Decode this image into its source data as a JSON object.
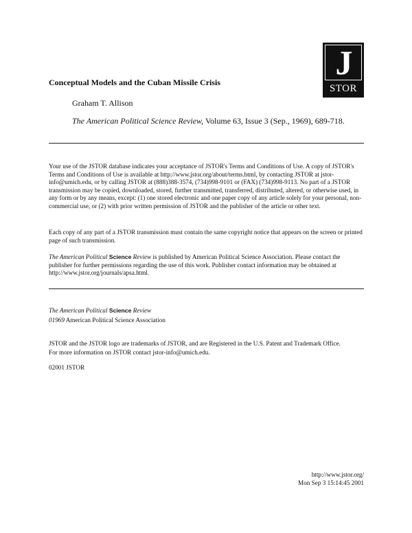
{
  "header": {
    "title": "Conceptual Models and the Cuban Missile Crisis",
    "author": "Graham T. Allison",
    "citation_journal": "The American Political Science Review,",
    "citation_rest": " Volume 63, Issue 3 (Sep., 1969), 689-718."
  },
  "logo": {
    "letter": "J",
    "text": "STOR"
  },
  "terms": {
    "p1": "Your use of the JSTOR database indicates your acceptance of JSTOR's Terms and Conditions of Use. A copy of JSTOR's Terms and Conditions of Use is available at http://www.jstor.org/about/terms.html, by contacting JSTOR at jstor-info@umich.edu, or by calling JSTOR at (888)388-3574, (734)998-9101 or (FAX) (734)998-9113. No part of a JSTOR transmission may be copied, downloaded, stored, further transmitted, transferred, distributed, altered, or otherwise used, in any form or by any means, except: (1) one stored electronic and one paper copy of any article solely for your personal, non-commercial use, or (2) with prior written permission of JSTOR and the publisher of the article or other text.",
    "p2": "Each copy of any part of a JSTOR transmission must contain the same copyright notice that appears on the screen or printed page of such transmission.",
    "p3_journal_a": "The American Political ",
    "p3_journal_b": "Science",
    "p3_journal_c": " Review",
    "p3_rest": " is published by American Political Science Association. Please contact the publisher for further permissions regarding the use of this work. Publisher contact information may be obtained at http://www.jstor.org/journals/apsa.html."
  },
  "journal": {
    "name_a": "The American Political ",
    "name_b": "Science",
    "name_c": " Review",
    "copyright_mark": "01969",
    "copyright_holder": " American Political Science Association"
  },
  "trademark": {
    "line1": "JSTOR and the JSTOR logo are trademarks of JSTOR, and are Registered in the U.S. Patent and Trademark Office.",
    "line2": "For more information on JSTOR contact jstor-info@umich.edu."
  },
  "copyright": "02001 JSTOR",
  "footer": {
    "url": "http://www.jstor.org/",
    "timestamp": "Mon Sep 3 15:14:45 2001"
  }
}
